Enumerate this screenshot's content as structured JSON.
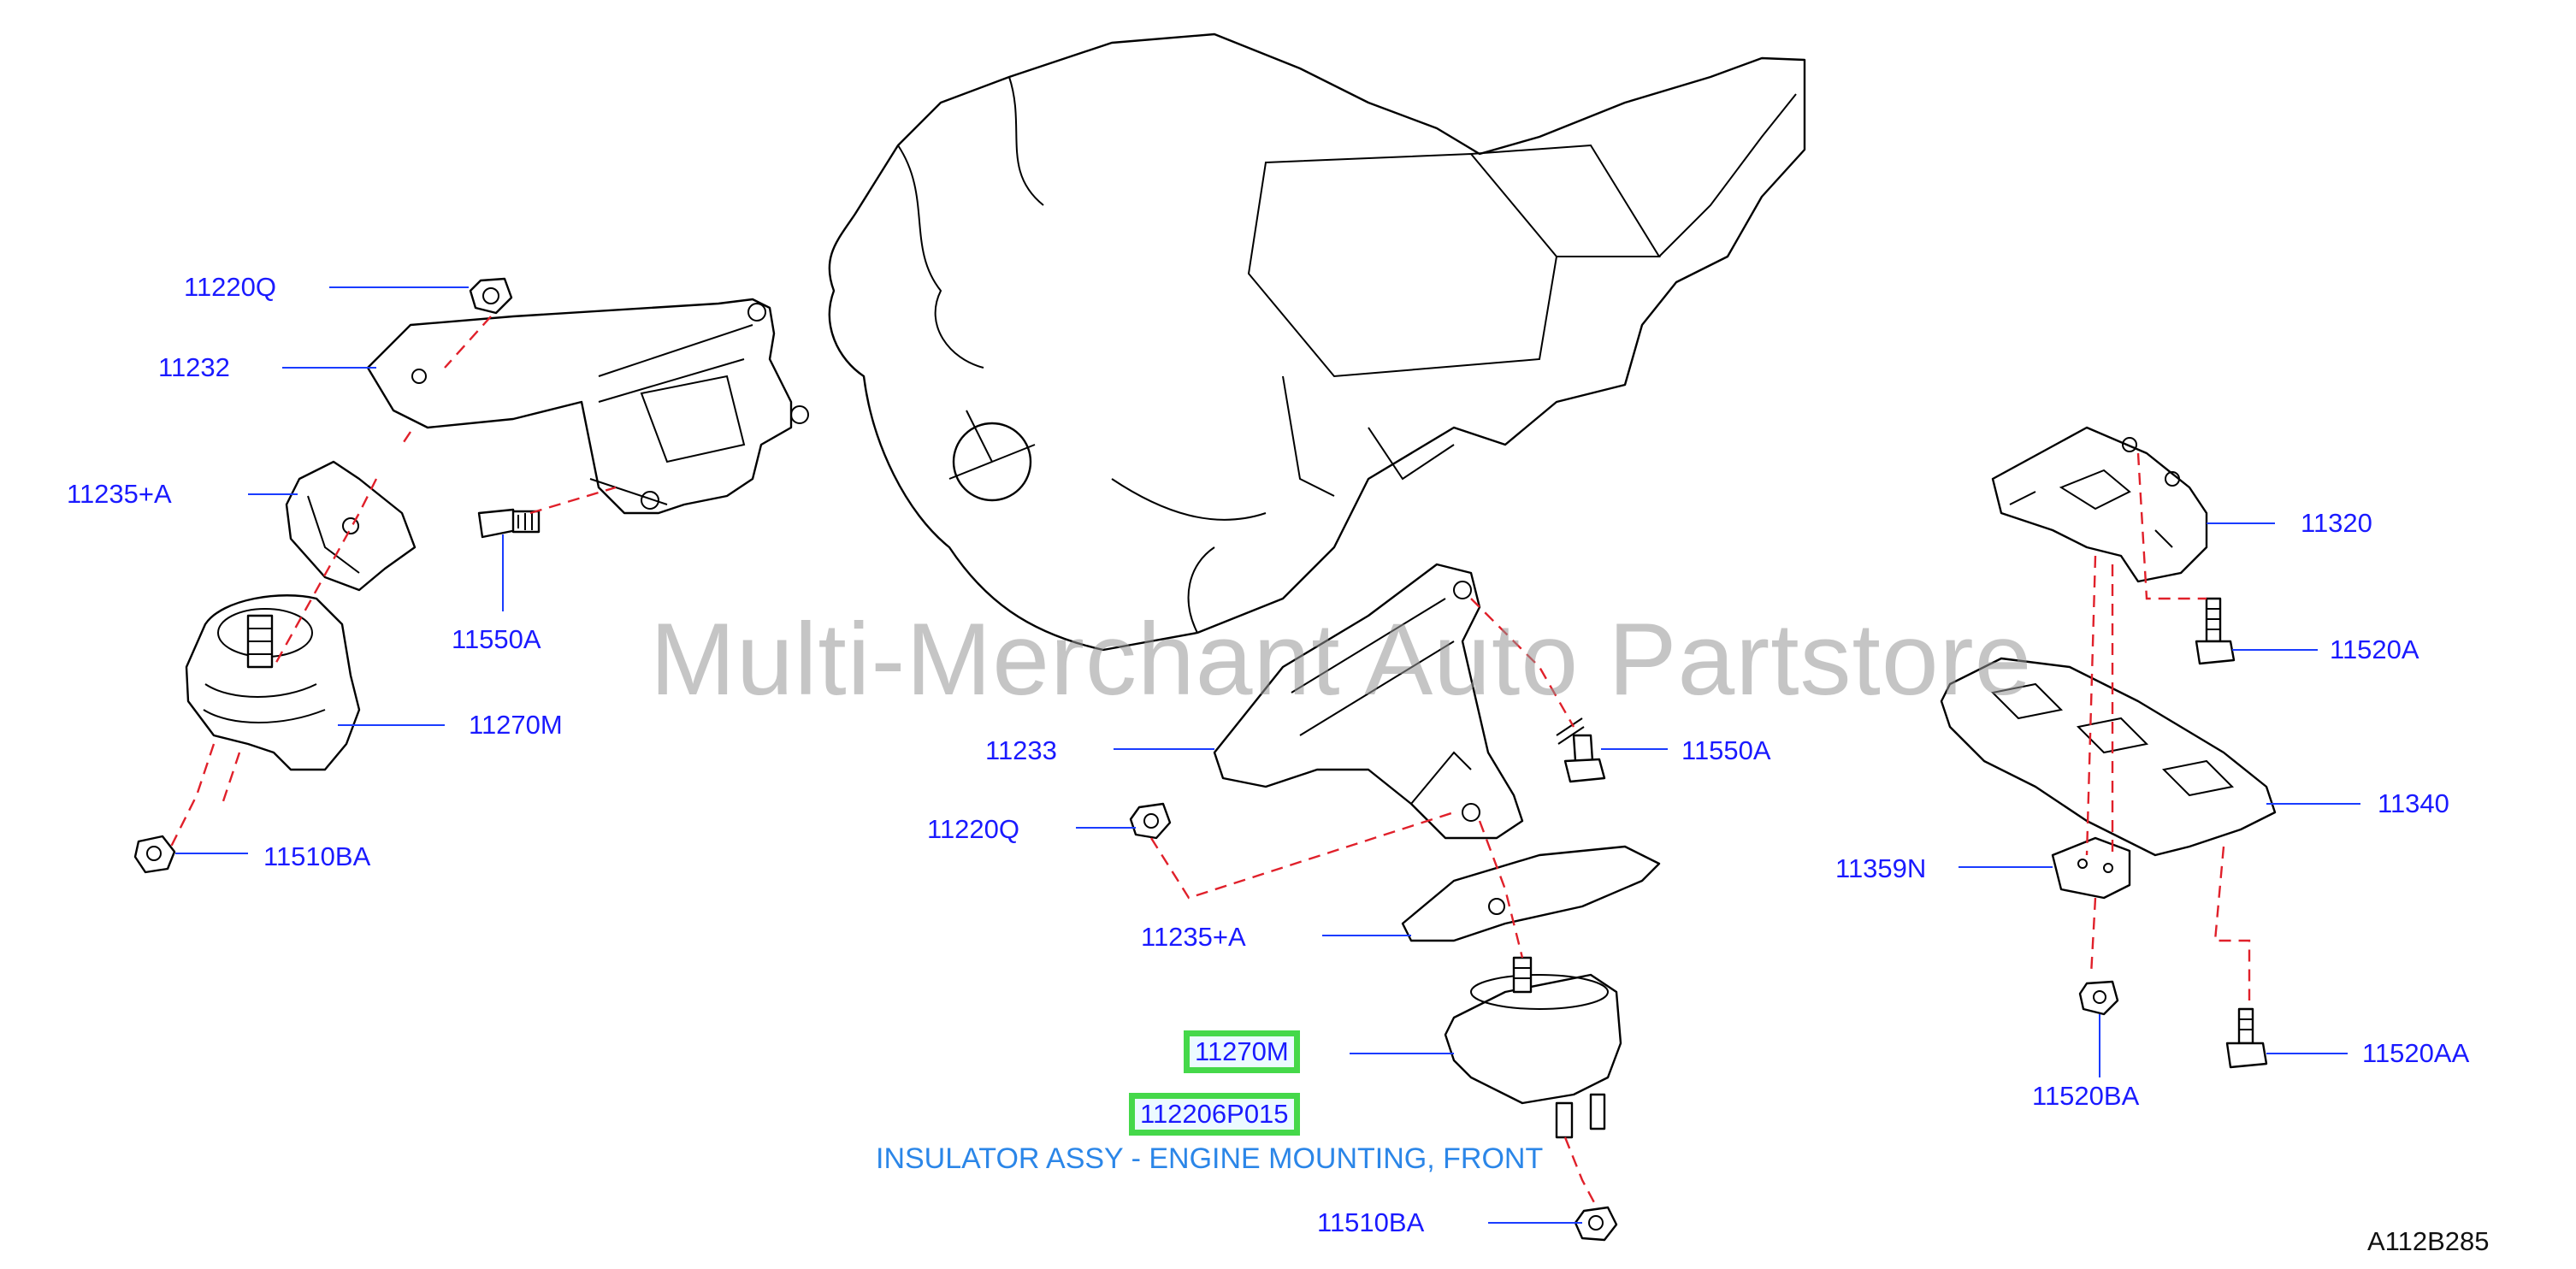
{
  "labels": {
    "p11220q_left": "11220Q",
    "p11232": "11232",
    "p11235a_left": "11235+A",
    "p11550a_left": "11550A",
    "p11270m_left": "11270M",
    "p11510ba_left": "11510BA",
    "p11233": "11233",
    "p11550a_mid": "11550A",
    "p11220q_mid": "11220Q",
    "p11235a_mid": "11235+A",
    "p11270m_mid": "11270M",
    "p112206p015": "112206P015",
    "p11510ba_mid": "11510BA",
    "p11320": "11320",
    "p11520a": "11520A",
    "p11340": "11340",
    "p11359n": "11359N",
    "p11520ba": "11520BA",
    "p11520aa": "11520AA"
  },
  "description": "INSULATOR ASSY - ENGINE MOUNTING, FRONT",
  "reference_code": "A112B285",
  "watermark": "Multi-Merchant Auto Partstore",
  "colors": {
    "label": "#1a1aff",
    "description": "#2b86e8",
    "highlight_border": "#45d84a",
    "dashed_guide": "#e0202a",
    "leader_line": "#1a3cff"
  }
}
